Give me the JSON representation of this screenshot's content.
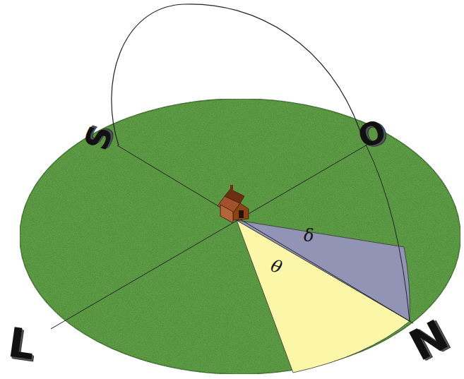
{
  "diagram": {
    "labels": [
      "S",
      "O",
      "L",
      "N",
      "δ",
      "θ"
    ]
  }
}
